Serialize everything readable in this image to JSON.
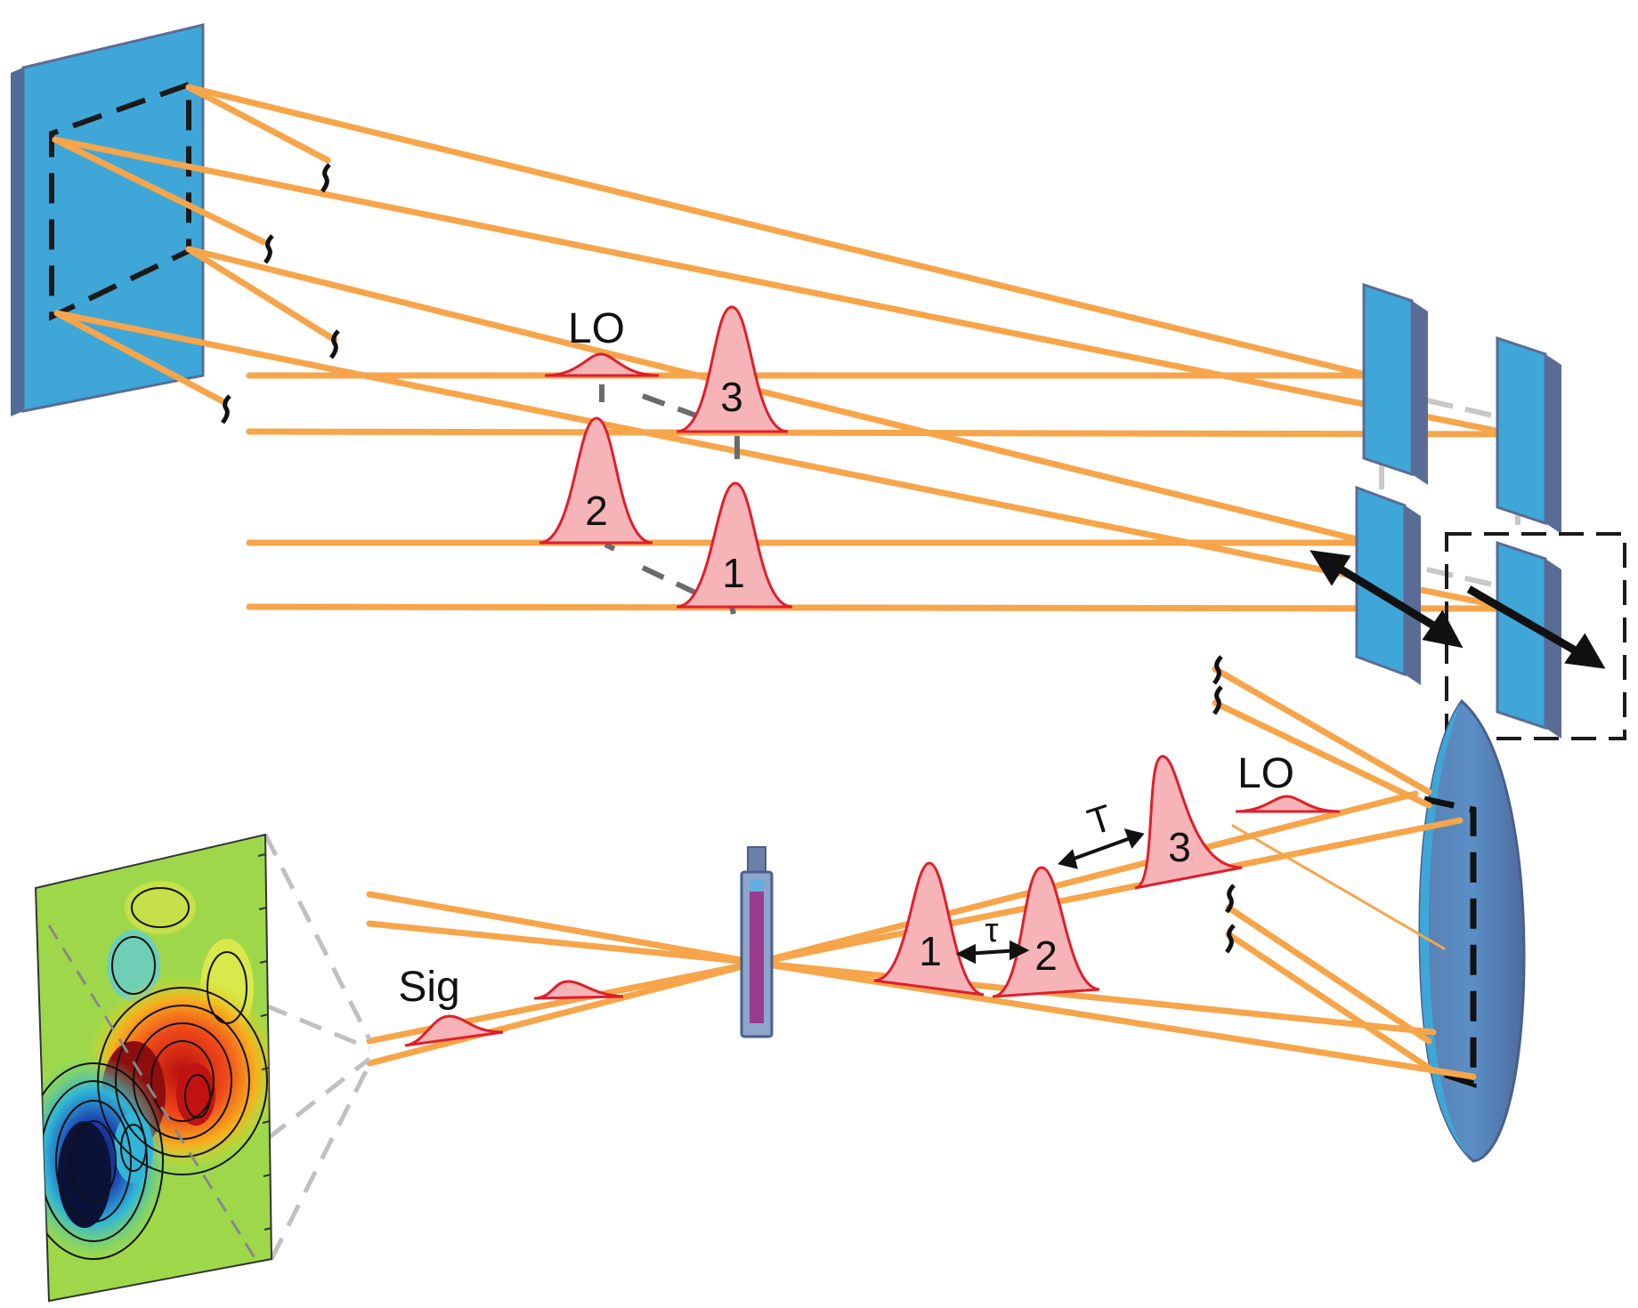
{
  "labels": {
    "lo_top": "LO",
    "lo_bottom": "LO",
    "sig": "Sig",
    "tau": "τ",
    "T": "T"
  },
  "pulses_top": [
    "1",
    "2",
    "3"
  ],
  "pulses_bottom": [
    "1",
    "2",
    "3"
  ],
  "colors": {
    "beam": "#F7A54A",
    "optic": "#3FA6D8",
    "optic_edge": "#5A6C96",
    "pulse_fill": "#F6B4B8",
    "pulse_line": "#E01E2B",
    "dash": "#1a1a1a"
  }
}
